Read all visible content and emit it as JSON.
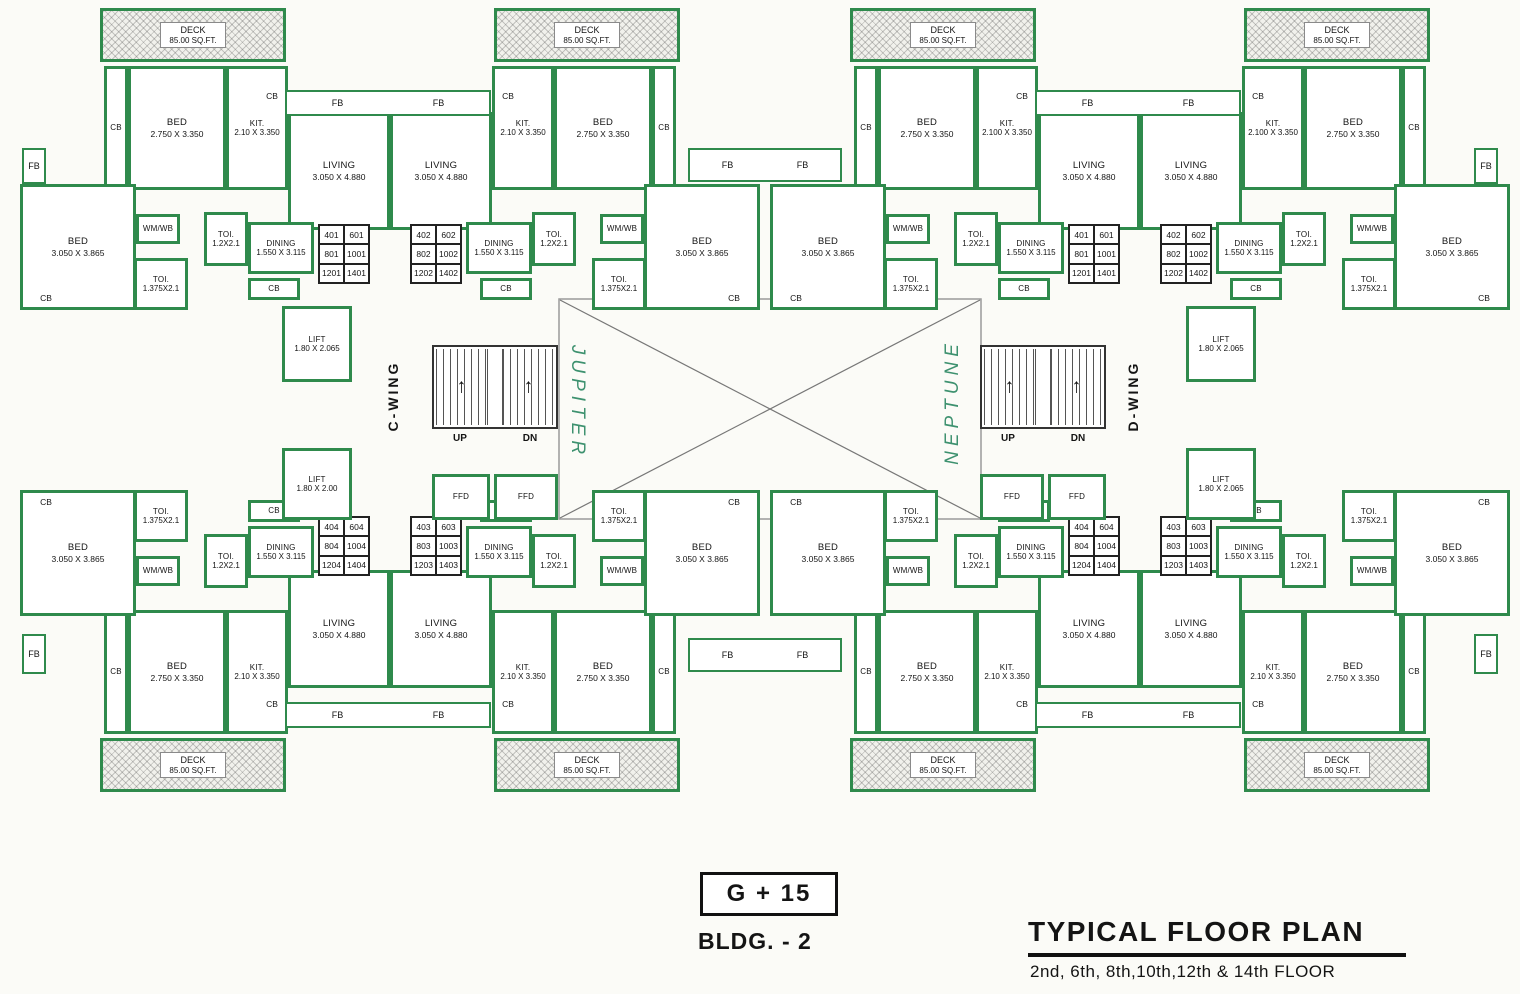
{
  "title_block": {
    "floors_code": "G + 15",
    "building": "BLDG. - 2",
    "plan_title": "TYPICAL FLOOR PLAN",
    "plan_floors": "2nd, 6th, 8th,10th,12th & 14th  FLOOR"
  },
  "wings": [
    {
      "id": "C",
      "name": "C-WING",
      "handwritten_name": "JUPITER",
      "lift_top": {
        "name": "LIFT",
        "dims": "1.80 X 2.065"
      },
      "lift_bottom": {
        "name": "LIFT",
        "dims": "1.80 X 2.00"
      },
      "stair": {
        "up": "UP",
        "dn": "DN"
      },
      "ffd": [
        "FFD",
        "FFD"
      ]
    },
    {
      "id": "D",
      "name": "D-WING",
      "handwritten_name": "NEPTUNE",
      "lift_top": {
        "name": "LIFT",
        "dims": "1.80 X 2.065"
      },
      "lift_bottom": {
        "name": "LIFT",
        "dims": "1.80 X 2.065"
      },
      "stair": {
        "up": "UP",
        "dn": "DN"
      },
      "ffd": [
        "FFD",
        "FFD"
      ]
    }
  ],
  "room_labels": {
    "deck": {
      "name": "DECK",
      "dims": "85.00  SQ.FT."
    },
    "bed_small": {
      "name": "BED",
      "dims": "2.750 X 3.350"
    },
    "kitchen": {
      "name": "KIT."
    },
    "living": {
      "name": "LIVING",
      "dims": "3.050 X 4.880"
    },
    "dining": {
      "name": "DINING",
      "dims": "1.550 X 3.115"
    },
    "bed_large": {
      "name": "BED",
      "dims": "3.050 X 3.865"
    },
    "toilet_small": {
      "name": "TOI.",
      "dims": "1.2X2.1"
    },
    "toilet_large": {
      "name": "TOI.",
      "dims": "1.375X2.1"
    },
    "wm_wb": "WM/WB",
    "cupboard": "CB",
    "flower_bed": "FB"
  },
  "units": [
    {
      "wing": "C-WING",
      "position": "top-left",
      "kitchen_dims": "2.10 X 3.350",
      "flat_numbers": [
        [
          "401",
          "601"
        ],
        [
          "801",
          "1001"
        ],
        [
          "1201",
          "1401"
        ]
      ]
    },
    {
      "wing": "C-WING",
      "position": "top-right",
      "kitchen_dims": "2.10 X 3.350",
      "flat_numbers": [
        [
          "402",
          "602"
        ],
        [
          "802",
          "1002"
        ],
        [
          "1202",
          "1402"
        ]
      ]
    },
    {
      "wing": "C-WING",
      "position": "bottom-left",
      "kitchen_dims": "2.10 X 3.350",
      "flat_numbers": [
        [
          "404",
          "604"
        ],
        [
          "804",
          "1004"
        ],
        [
          "1204",
          "1404"
        ]
      ]
    },
    {
      "wing": "C-WING",
      "position": "bottom-right",
      "kitchen_dims": "2.10 X 3.350",
      "flat_numbers": [
        [
          "403",
          "603"
        ],
        [
          "803",
          "1003"
        ],
        [
          "1203",
          "1403"
        ]
      ]
    },
    {
      "wing": "D-WING",
      "position": "top-left",
      "kitchen_dims": "2.100 X 3.350",
      "flat_numbers": [
        [
          "401",
          "601"
        ],
        [
          "801",
          "1001"
        ],
        [
          "1201",
          "1401"
        ]
      ]
    },
    {
      "wing": "D-WING",
      "position": "top-right",
      "kitchen_dims": "2.100 X 3.350",
      "flat_numbers": [
        [
          "402",
          "602"
        ],
        [
          "802",
          "1002"
        ],
        [
          "1202",
          "1402"
        ]
      ]
    },
    {
      "wing": "D-WING",
      "position": "bottom-left",
      "kitchen_dims": "2.10 X 3.350",
      "flat_numbers": [
        [
          "404",
          "604"
        ],
        [
          "804",
          "1004"
        ],
        [
          "1204",
          "1404"
        ]
      ]
    },
    {
      "wing": "D-WING",
      "position": "bottom-right",
      "kitchen_dims": "2.10 X 3.350",
      "flat_numbers": [
        [
          "403",
          "603"
        ],
        [
          "803",
          "1003"
        ],
        [
          "1203",
          "1403"
        ]
      ]
    }
  ],
  "colors": {
    "wall": "#2f8a4c",
    "text": "#141414",
    "handwriting": "#1d7f58"
  }
}
